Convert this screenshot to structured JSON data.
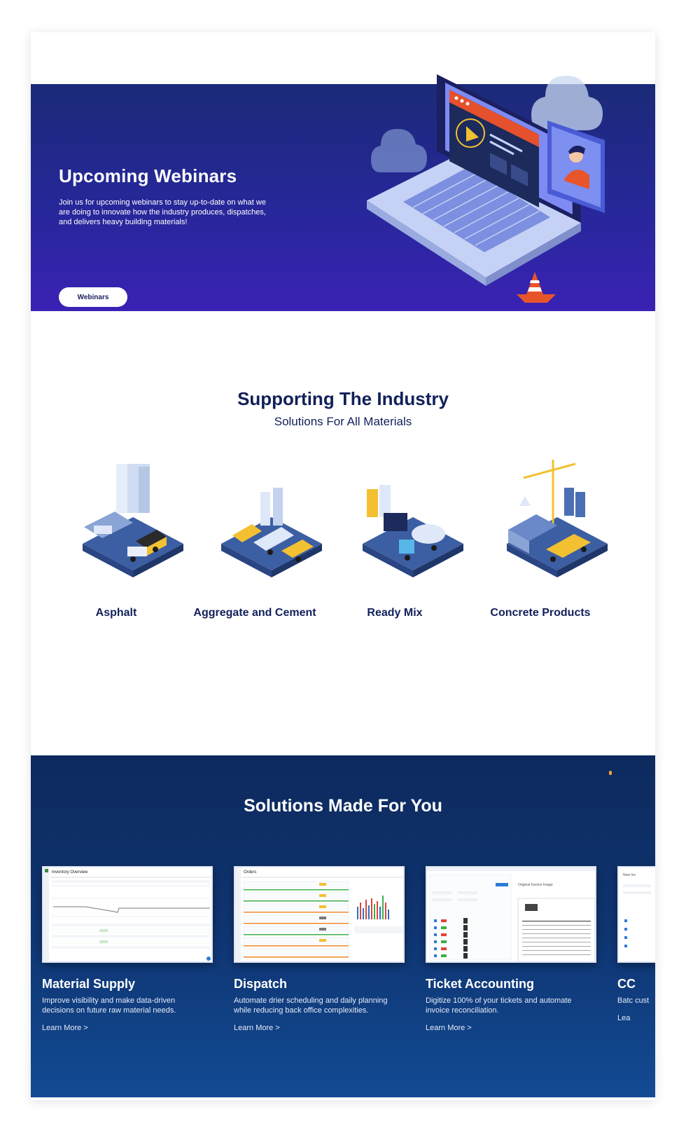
{
  "hero": {
    "title": "Upcoming Webinars",
    "description": "Join us for upcoming webinars to stay up-to-date on what we are doing to innovate how the industry produces, dispatches, and delivers heavy building materials!",
    "button_label": "Webinars"
  },
  "industry": {
    "title": "Supporting The Industry",
    "subtitle": "Solutions For All Materials",
    "items": [
      {
        "label": "Asphalt"
      },
      {
        "label": "Aggregate and Cement"
      },
      {
        "label": "Ready Mix"
      },
      {
        "label": "Concrete Products"
      }
    ]
  },
  "solutions": {
    "title": "Solutions Made For You",
    "cards": [
      {
        "title": "Material Supply",
        "text": "Improve visibility and make data-driven decisions on future raw material needs.",
        "link": "Learn More >",
        "shot_title": "Inventory Overview"
      },
      {
        "title": "Dispatch",
        "text": "Automate drier scheduling and daily planning while reducing back office complexities.",
        "link": "Learn More >",
        "shot_title": "Orders"
      },
      {
        "title": "Ticket Accounting",
        "text": "Digitize 100% of your tickets and automate invoice reconciliation.",
        "link": "Learn More >",
        "shot_title": "Original Invoice Image"
      },
      {
        "title": "CC",
        "text": "Batc cust",
        "link": "Lea",
        "shot_title": "New Inv"
      }
    ]
  },
  "colors": {
    "hero_bg": "#27279a",
    "navy_text": "#12205a",
    "solutions_bg": "#0f3470",
    "accent_orange": "#e8552b"
  }
}
